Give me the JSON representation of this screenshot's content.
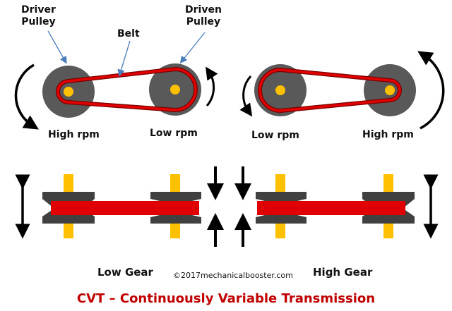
{
  "labels": {
    "driver_pulley": [
      "Driver",
      "Pulley"
    ],
    "driven_pulley": [
      "Driven",
      "Pulley"
    ],
    "belt": "Belt",
    "left_driver_speed": "High rpm",
    "left_driven_speed": "Low rpm",
    "right_driver_speed": "Low rpm",
    "right_driven_speed": "High rpm",
    "low_gear": "Low Gear",
    "high_gear": "High Gear",
    "copyright": "©2017mechanicalbooster.com"
  },
  "title": "CVT – Continuously Variable Transmission",
  "colors": {
    "pulley": "#595959",
    "hub": "#ffc000",
    "belt": "#e00000",
    "belt_outline": "#7a0000",
    "flange": "#404040",
    "arrow": "#000000",
    "pointer": "#4a7ebb",
    "title": "#c00000"
  }
}
